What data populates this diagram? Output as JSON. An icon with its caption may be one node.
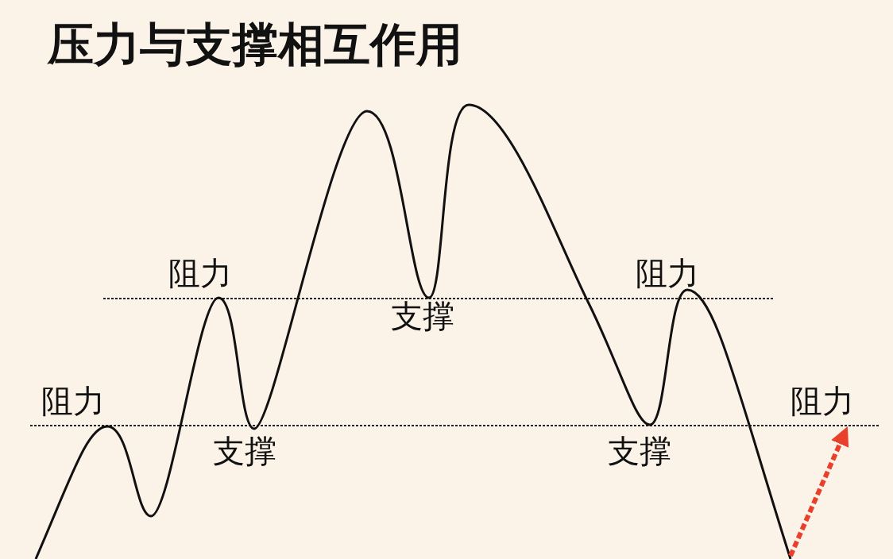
{
  "diagram": {
    "title": "压力与支撑相互作用",
    "labels": [
      "阻力",
      "阻力",
      "支撑",
      "阻力",
      "阻力",
      "支撑",
      "支撑"
    ]
  }
}
